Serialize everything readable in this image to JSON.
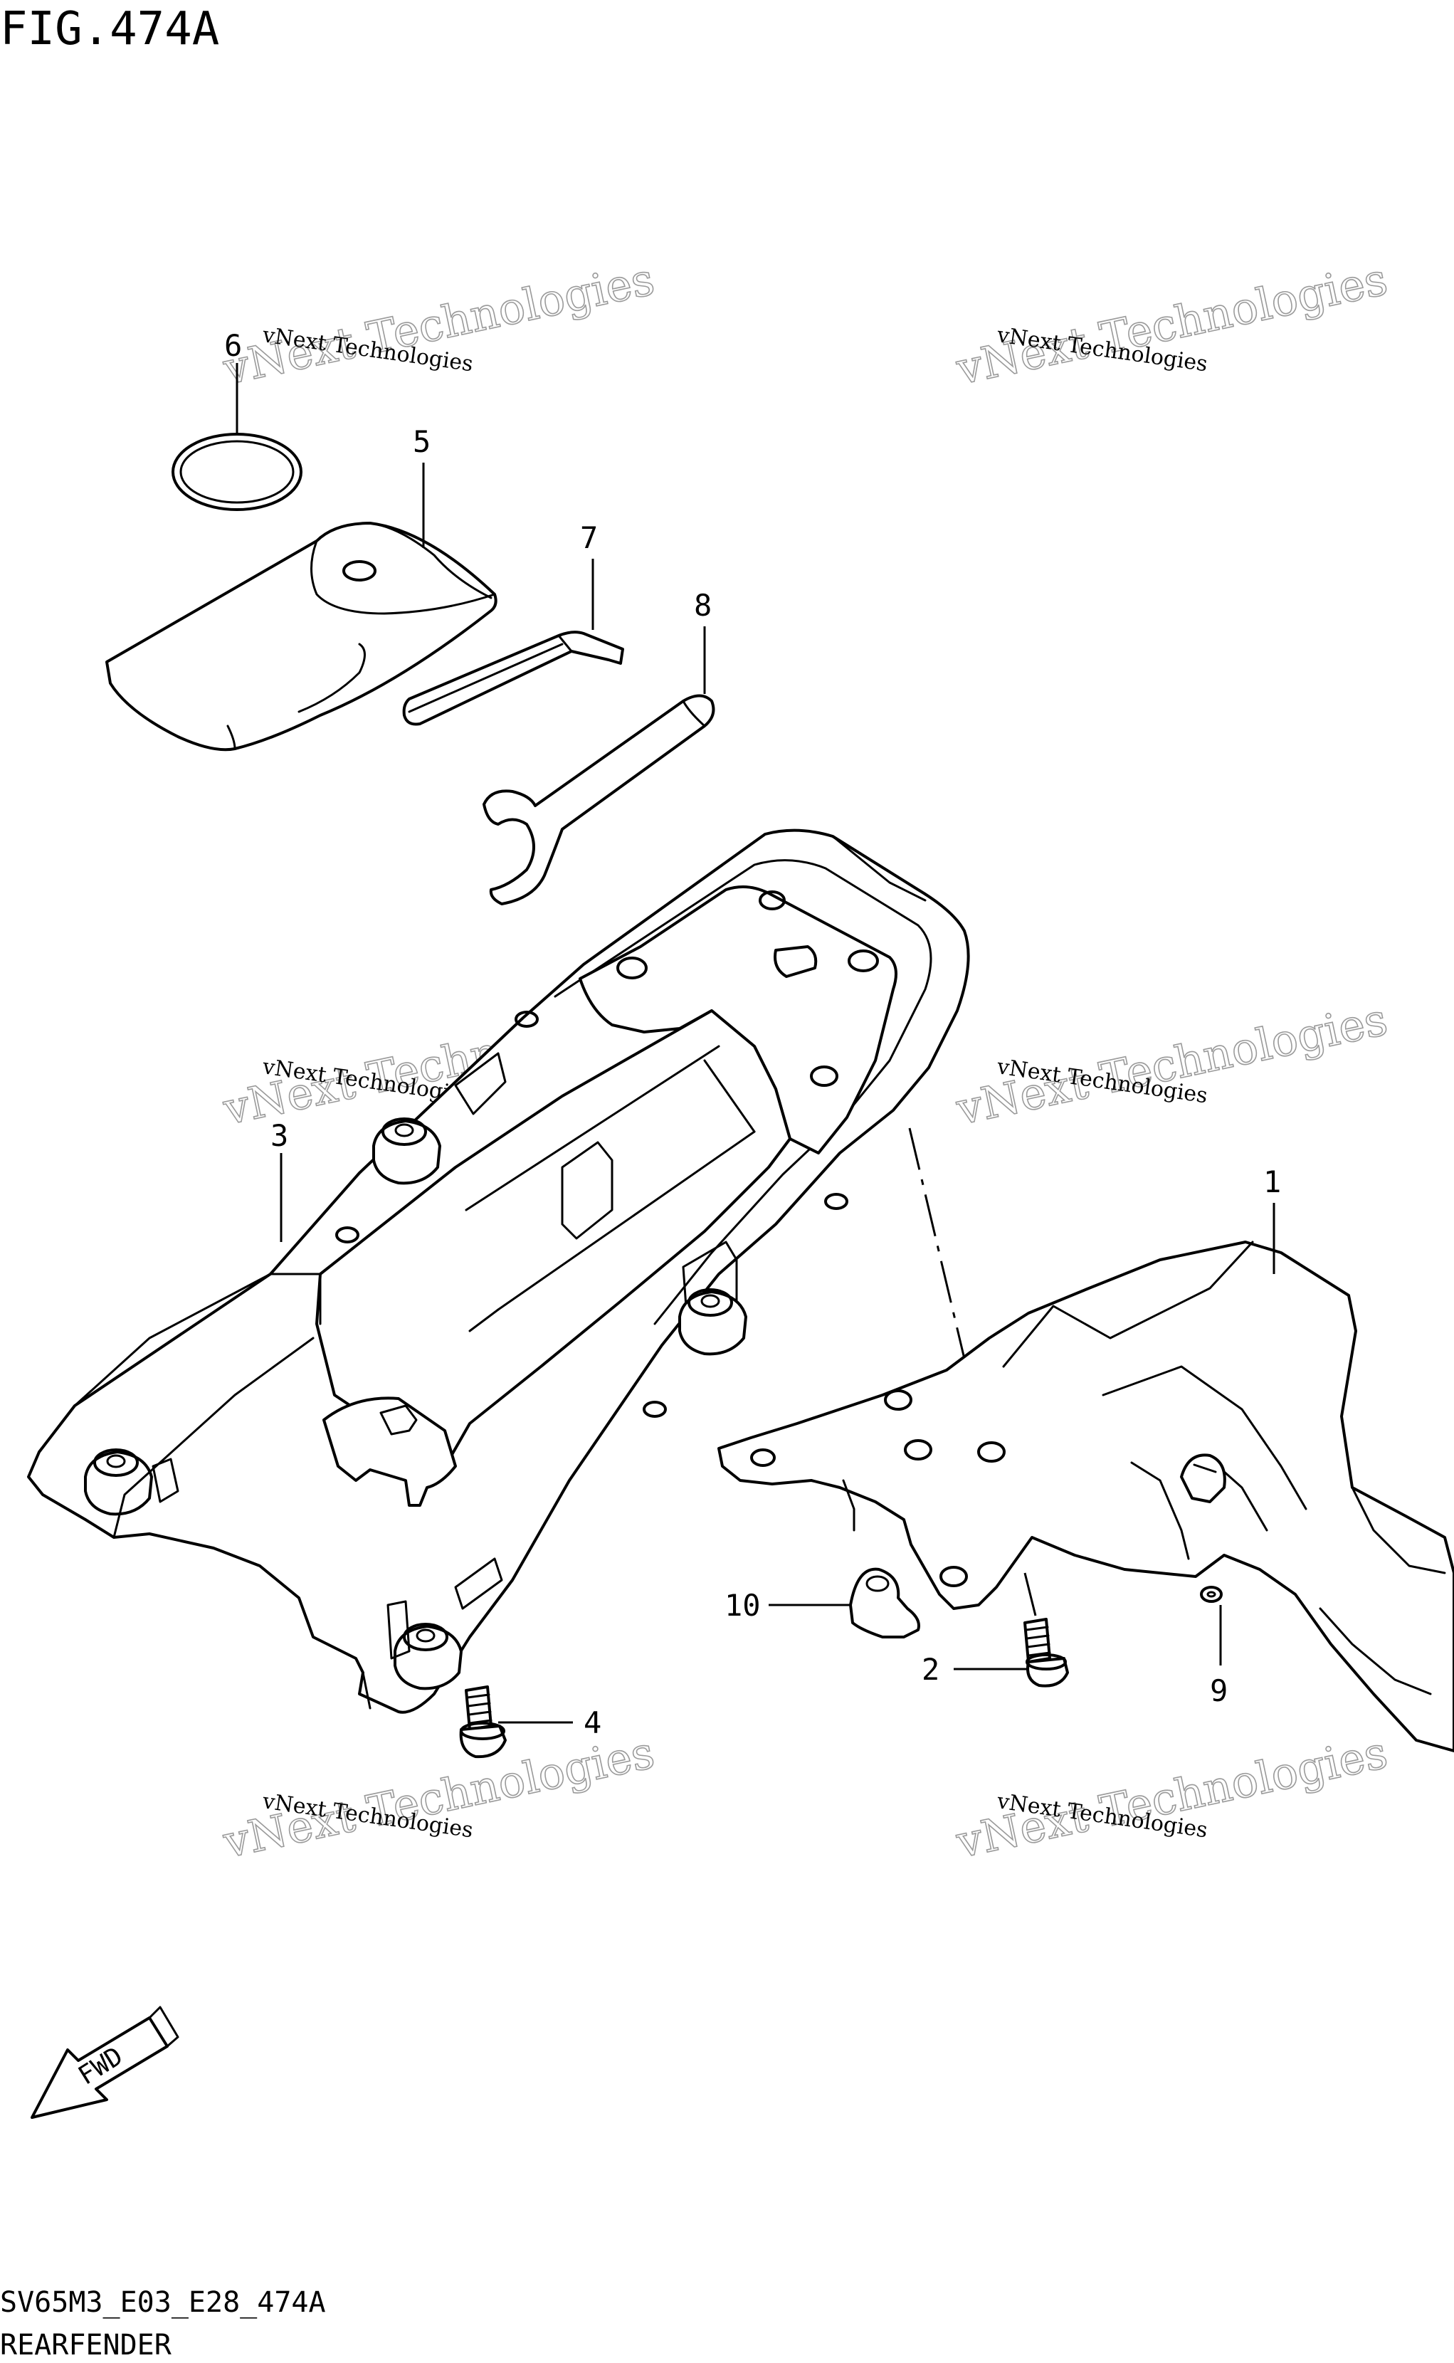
{
  "figure": {
    "title": "FIG.474A",
    "code": "SV65M3_E03_E28_474A",
    "caption": "REARFENDER"
  },
  "watermark": {
    "line1": "vNext Technologies",
    "line2": "vNext Technologies"
  },
  "callouts": [
    {
      "id": "1",
      "label": "1"
    },
    {
      "id": "2",
      "label": "2"
    },
    {
      "id": "3",
      "label": "3"
    },
    {
      "id": "4",
      "label": "4"
    },
    {
      "id": "5",
      "label": "5"
    },
    {
      "id": "6",
      "label": "6"
    },
    {
      "id": "7",
      "label": "7"
    },
    {
      "id": "8",
      "label": "8"
    },
    {
      "id": "9",
      "label": "9"
    },
    {
      "id": "10",
      "label": "10"
    }
  ],
  "direction_badge": "FWD"
}
